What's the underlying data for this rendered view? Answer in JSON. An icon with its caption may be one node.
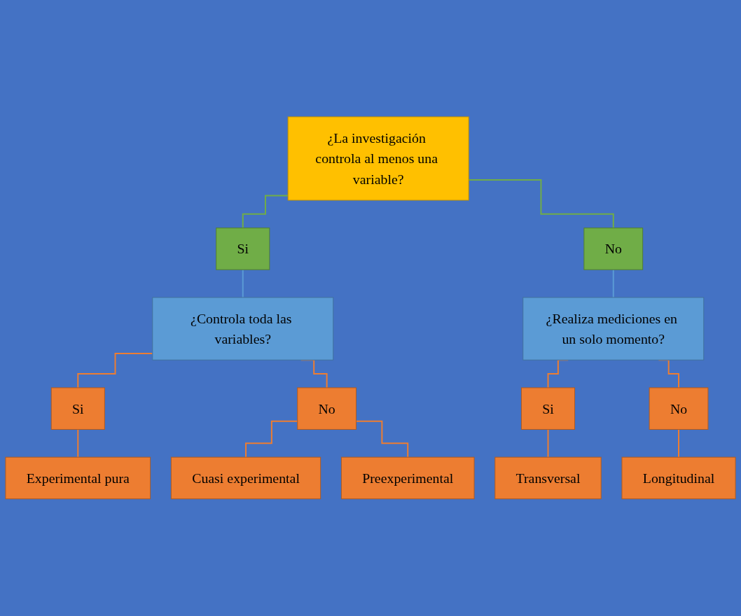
{
  "diagram": {
    "nodes": [
      {
        "text": [
          "¿La investigación controla al menos una variable?"
        ]
      },
      {
        "text": [
          "Si"
        ]
      },
      {
        "text": [
          "No"
        ]
      },
      {
        "text": [
          "¿Controla toda las variables?"
        ]
      },
      {
        "text": [
          "¿Realiza mediciones en un solo momento?"
        ]
      },
      {
        "text": [
          "Si"
        ]
      },
      {
        "text": [
          "No"
        ]
      },
      {
        "text": [
          "Si"
        ]
      },
      {
        "text": [
          "No"
        ]
      },
      {
        "text": [
          "Experimental pura"
        ]
      },
      {
        "text": [
          "Cuasi experimental"
        ]
      },
      {
        "text": [
          "Preexperimental"
        ]
      },
      {
        "text": [
          "Transversal"
        ]
      },
      {
        "text": [
          "Longitudinal"
        ]
      }
    ],
    "edges": [
      {
        "from": 0,
        "to": 1,
        "arrow": "none",
        "color": "#70ad47"
      },
      {
        "from": 0,
        "to": 2,
        "arrow": "none",
        "color": "#70ad47"
      },
      {
        "from": 1,
        "to": 3,
        "arrow": "none",
        "color": "#5b9bd5"
      },
      {
        "from": 2,
        "to": 4,
        "arrow": "none",
        "color": "#5b9bd5"
      },
      {
        "from": 3,
        "to": 5,
        "arrow": "none"
      },
      {
        "from": 3,
        "to": 6,
        "arrow": "none"
      },
      {
        "from": 4,
        "to": 7,
        "arrow": "none"
      },
      {
        "from": 4,
        "to": 8,
        "arrow": "none"
      },
      {
        "from": 5,
        "to": 9,
        "arrow": "none"
      },
      {
        "from": 6,
        "to": 10,
        "arrow": "none"
      },
      {
        "from": 6,
        "to": 11,
        "arrow": "none"
      },
      {
        "from": 7,
        "to": 12,
        "arrow": "none"
      },
      {
        "from": 8,
        "to": 13,
        "arrow": "none"
      }
    ]
  }
}
